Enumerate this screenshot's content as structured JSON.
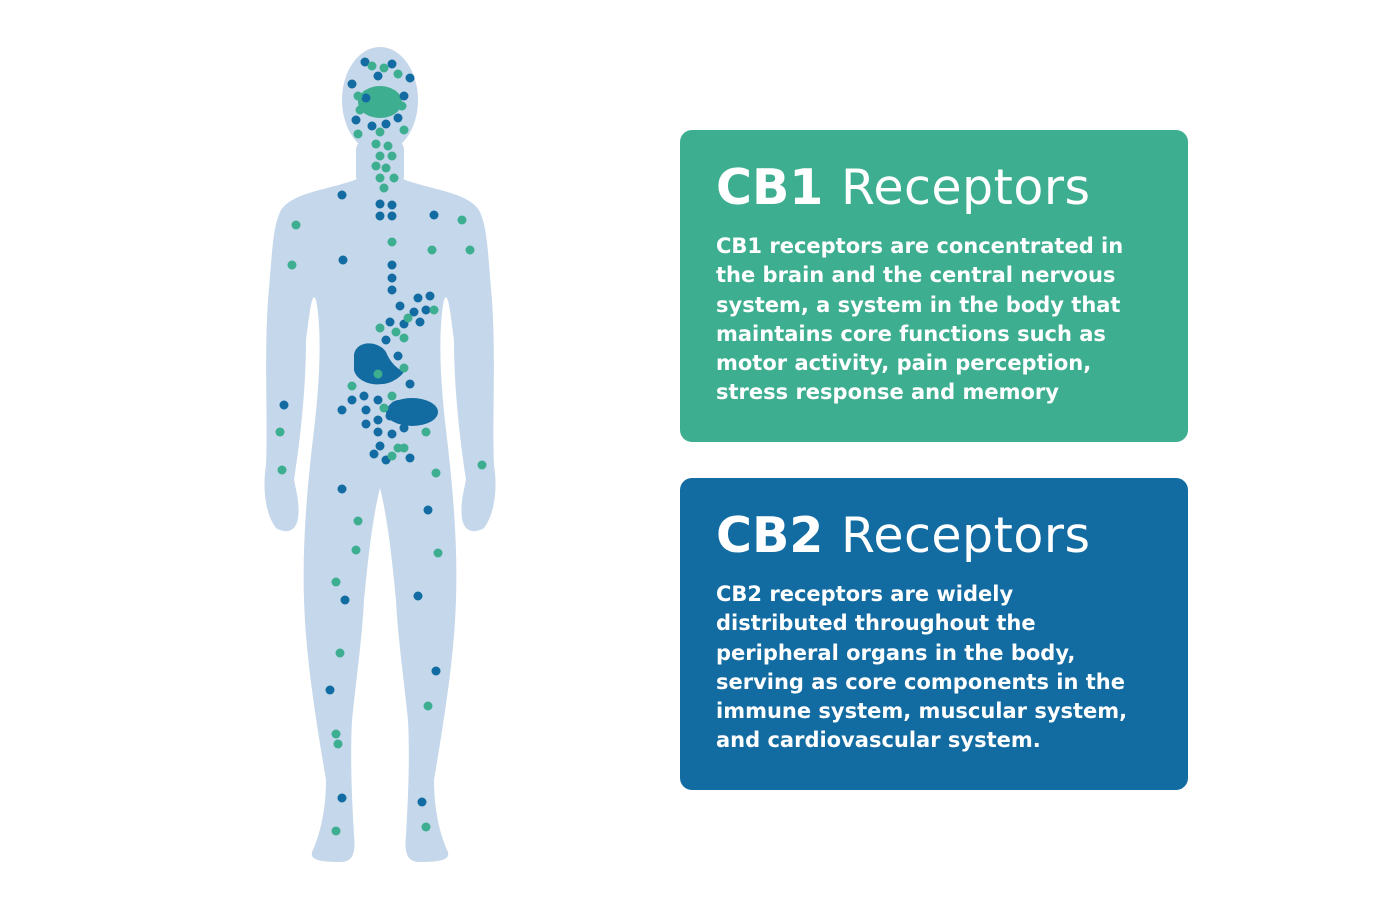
{
  "colors": {
    "body_silhouette": "#c5d7ea",
    "cb1_green": "#3eae91",
    "cb2_blue": "#126ba1",
    "card_text": "#ffffff"
  },
  "cb1": {
    "title_bold": "CB1",
    "title_rest": "Receptors",
    "body_lines": [
      "CB1 receptors are concentrated in",
      "the brain and the central nervous",
      "system, a system in the body that",
      "maintains core functions such as",
      "motor activity, pain perception,",
      "stress response and  memory"
    ]
  },
  "cb2": {
    "title_bold": "CB2",
    "title_rest": "Receptors",
    "body_lines": [
      "CB2 receptors are widely",
      "distributed throughout the",
      "peripheral organs in the body,",
      "serving as core components in the",
      "immune system, muscular system,",
      "and cardiovascular system."
    ]
  }
}
